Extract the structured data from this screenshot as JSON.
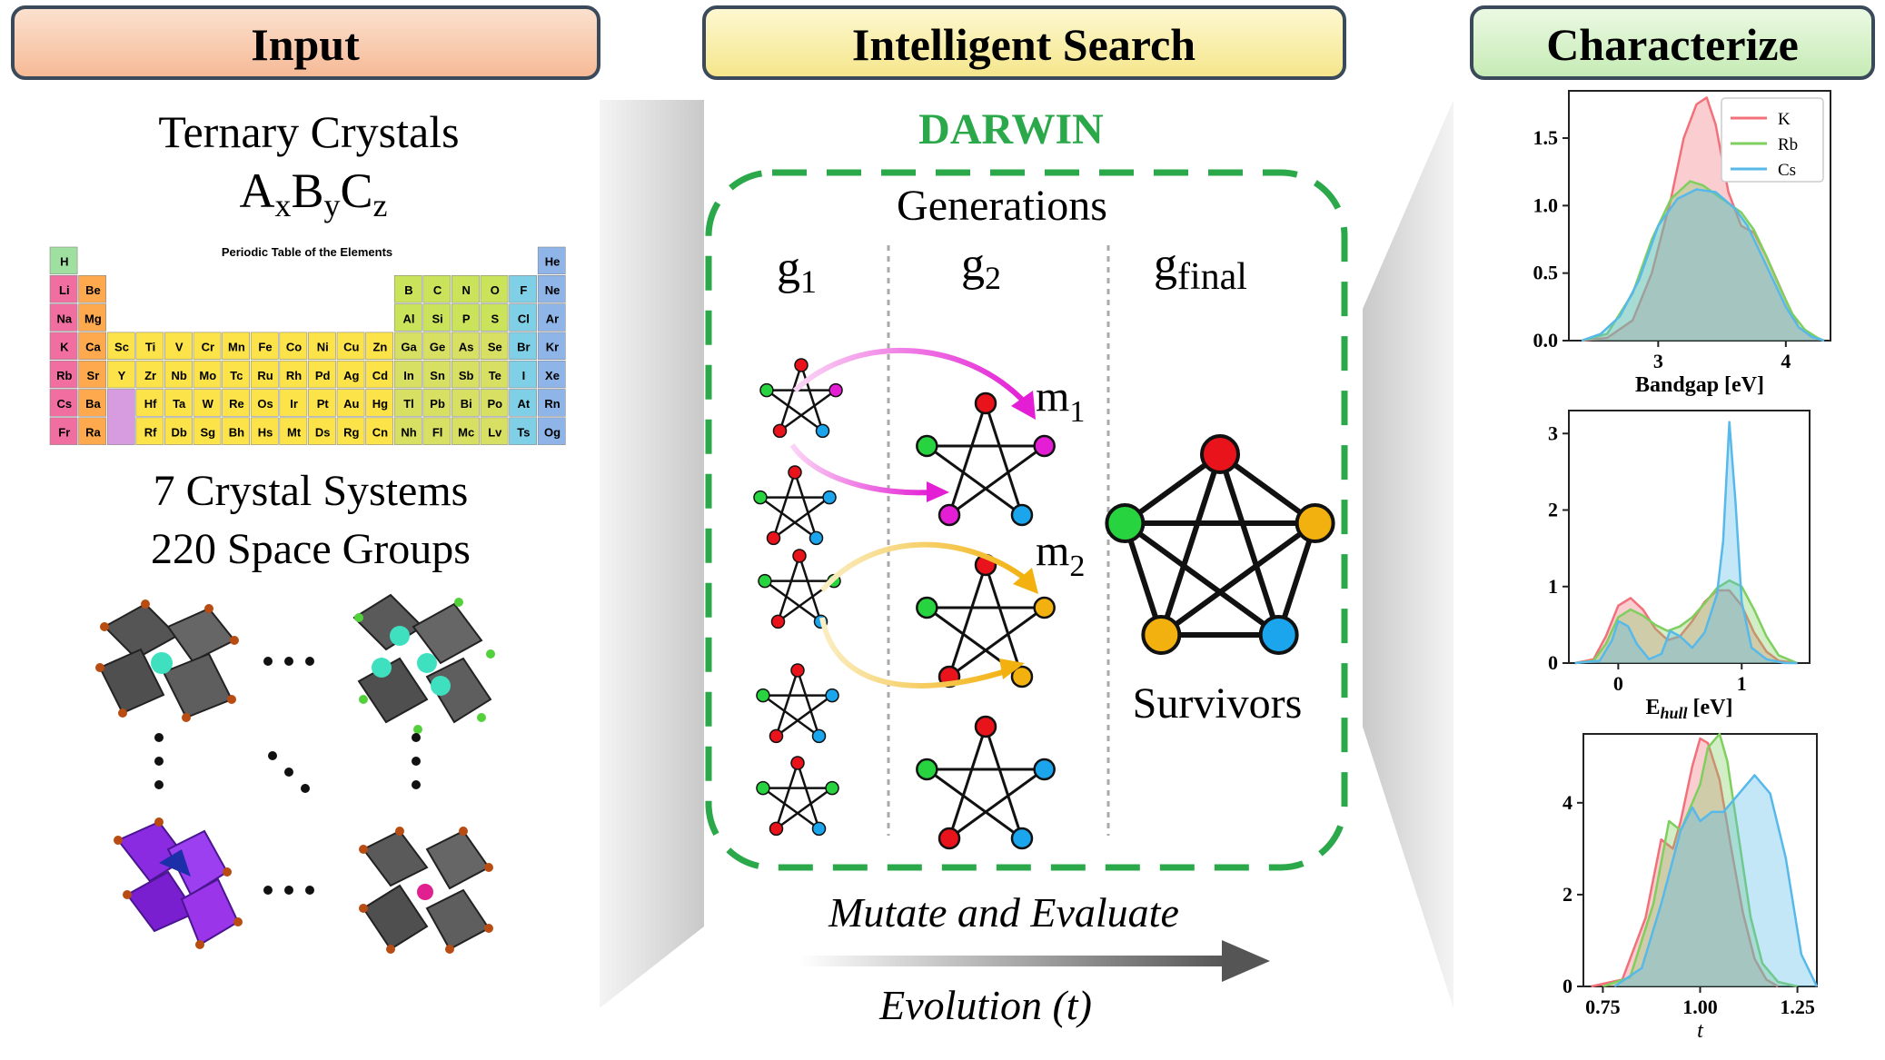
{
  "colors": {
    "input": "#f7c3a1",
    "search": "#f7ec9e",
    "characterize": "#cfeec1",
    "darwin_green": "#2aa84a",
    "red": "#e8131b",
    "green": "#27d33f",
    "blue": "#1aa5ec",
    "magenta": "#e31ed4",
    "orange": "#f2b10f",
    "K": "#f2707a",
    "Rb": "#7fcf5f",
    "Cs": "#56b9ea"
  },
  "headers": {
    "input": "Input",
    "search": "Intelligent Search",
    "characterize": "Characterize"
  },
  "input_panel": {
    "title": "Ternary Crystals",
    "formula_parts": [
      "A",
      "x",
      "B",
      "y",
      "C",
      "z"
    ],
    "crystal_systems": "7 Crystal Systems",
    "space_groups": "220 Space Groups",
    "periodic_table": {
      "title": "Periodic Table of the Elements",
      "rows": [
        [
          "H",
          "",
          "",
          "",
          "",
          "",
          "",
          "",
          "",
          "",
          "",
          "",
          "",
          "",
          "",
          "",
          "",
          "He"
        ],
        [
          "Li",
          "Be",
          "",
          "",
          "",
          "",
          "",
          "",
          "",
          "",
          "",
          "",
          "B",
          "C",
          "N",
          "O",
          "F",
          "Ne"
        ],
        [
          "Na",
          "Mg",
          "",
          "",
          "",
          "",
          "",
          "",
          "",
          "",
          "",
          "",
          "Al",
          "Si",
          "P",
          "S",
          "Cl",
          "Ar"
        ],
        [
          "K",
          "Ca",
          "Sc",
          "Ti",
          "V",
          "Cr",
          "Mn",
          "Fe",
          "Co",
          "Ni",
          "Cu",
          "Zn",
          "Ga",
          "Ge",
          "As",
          "Se",
          "Br",
          "Kr"
        ],
        [
          "Rb",
          "Sr",
          "Y",
          "Zr",
          "Nb",
          "Mo",
          "Tc",
          "Ru",
          "Rh",
          "Pd",
          "Ag",
          "Cd",
          "In",
          "Sn",
          "Sb",
          "Te",
          "I",
          "Xe"
        ],
        [
          "Cs",
          "Ba",
          "",
          "Hf",
          "Ta",
          "W",
          "Re",
          "Os",
          "Ir",
          "Pt",
          "Au",
          "Hg",
          "Tl",
          "Pb",
          "Bi",
          "Po",
          "At",
          "Rn"
        ],
        [
          "Fr",
          "Ra",
          "",
          "Rf",
          "Db",
          "Sg",
          "Bh",
          "Hs",
          "Mt",
          "Ds",
          "Rg",
          "Cn",
          "Nh",
          "Fl",
          "Mc",
          "Lv",
          "Ts",
          "Og"
        ]
      ]
    }
  },
  "search_panel": {
    "darwin": "DARWIN",
    "generations": "Generations",
    "g_labels": [
      {
        "base": "g",
        "sub": "1"
      },
      {
        "base": "g",
        "sub": "2"
      },
      {
        "base": "g",
        "sub": "final"
      }
    ],
    "mutations": [
      {
        "base": "m",
        "sub": "1"
      },
      {
        "base": "m",
        "sub": "2"
      }
    ],
    "survivors": "Survivors",
    "mutate": "Mutate and Evaluate",
    "evolution": "Evolution (t)"
  },
  "chart_data": [
    {
      "type": "area",
      "xlabel": "Bandgap [eV]",
      "xlim": [
        2.3,
        4.35
      ],
      "ylim": [
        0,
        1.85
      ],
      "xticks": [
        3,
        4
      ],
      "yticks": [
        0.0,
        0.5,
        1.0,
        1.5
      ],
      "ytick_labels": [
        "0.0",
        "0.5",
        "1.0",
        "1.5"
      ],
      "legend_position": "top-right",
      "series": [
        {
          "name": "K",
          "x": [
            2.4,
            2.6,
            2.8,
            2.95,
            3.1,
            3.2,
            3.3,
            3.38,
            3.45,
            3.55,
            3.65,
            3.75,
            3.85,
            4.0,
            4.1,
            4.2,
            4.3
          ],
          "values": [
            0,
            0.02,
            0.15,
            0.5,
            1.05,
            1.5,
            1.75,
            1.8,
            1.6,
            1.1,
            0.85,
            0.8,
            0.62,
            0.3,
            0.1,
            0.03,
            0
          ]
        },
        {
          "name": "Rb",
          "x": [
            2.4,
            2.6,
            2.8,
            2.95,
            3.1,
            3.25,
            3.35,
            3.5,
            3.65,
            3.75,
            3.85,
            3.95,
            4.05,
            4.15,
            4.25,
            4.3
          ],
          "values": [
            0,
            0.05,
            0.35,
            0.75,
            1.05,
            1.18,
            1.15,
            1.05,
            0.95,
            0.82,
            0.62,
            0.4,
            0.2,
            0.08,
            0.02,
            0
          ]
        },
        {
          "name": "Cs",
          "x": [
            2.4,
            2.55,
            2.7,
            2.85,
            3.0,
            3.15,
            3.3,
            3.45,
            3.6,
            3.7,
            3.8,
            3.9,
            4.0,
            4.1,
            4.2,
            4.3
          ],
          "values": [
            0,
            0.05,
            0.18,
            0.45,
            0.85,
            1.05,
            1.12,
            1.1,
            0.98,
            0.85,
            0.65,
            0.45,
            0.25,
            0.1,
            0.03,
            0
          ]
        }
      ]
    },
    {
      "type": "area",
      "xlabel_parts": [
        "E",
        "hull",
        " [eV]"
      ],
      "xlim": [
        -0.4,
        1.55
      ],
      "ylim": [
        0,
        3.3
      ],
      "xticks": [
        0,
        1
      ],
      "yticks": [
        0,
        1,
        2,
        3
      ],
      "ytick_labels": [
        "0",
        "1",
        "2",
        "3"
      ],
      "series": [
        {
          "name": "K",
          "x": [
            -0.35,
            -0.2,
            -0.1,
            0.0,
            0.1,
            0.2,
            0.3,
            0.4,
            0.5,
            0.6,
            0.7,
            0.8,
            0.9,
            1.0,
            1.1,
            1.2,
            1.3,
            1.45
          ],
          "values": [
            0,
            0.05,
            0.35,
            0.75,
            0.85,
            0.7,
            0.45,
            0.3,
            0.35,
            0.55,
            0.8,
            0.95,
            0.95,
            0.75,
            0.4,
            0.15,
            0.03,
            0
          ]
        },
        {
          "name": "Rb",
          "x": [
            -0.35,
            -0.2,
            -0.1,
            0.0,
            0.1,
            0.2,
            0.3,
            0.4,
            0.5,
            0.6,
            0.7,
            0.8,
            0.9,
            1.0,
            1.1,
            1.2,
            1.3,
            1.45
          ],
          "values": [
            0,
            0.03,
            0.25,
            0.6,
            0.7,
            0.62,
            0.5,
            0.42,
            0.48,
            0.6,
            0.78,
            0.98,
            1.08,
            1.0,
            0.7,
            0.35,
            0.1,
            0
          ]
        },
        {
          "name": "Cs",
          "x": [
            -0.35,
            -0.15,
            -0.05,
            0.0,
            0.08,
            0.15,
            0.25,
            0.35,
            0.42,
            0.5,
            0.6,
            0.7,
            0.8,
            0.85,
            0.9,
            0.95,
            1.0,
            1.08,
            1.2,
            1.35,
            1.45
          ],
          "values": [
            0,
            0.03,
            0.3,
            0.55,
            0.48,
            0.25,
            0.05,
            0.12,
            0.42,
            0.35,
            0.2,
            0.4,
            0.9,
            1.6,
            3.15,
            2.1,
            0.8,
            0.2,
            0.05,
            0,
            0
          ]
        }
      ]
    },
    {
      "type": "area",
      "xlabel": "t",
      "xlim": [
        0.7,
        1.3
      ],
      "ylim": [
        0,
        5.5
      ],
      "xticks": [
        0.75,
        1.0,
        1.25
      ],
      "xtick_labels": [
        "0.75",
        "1.00",
        "1.25"
      ],
      "yticks": [
        0,
        2,
        4
      ],
      "ytick_labels": [
        "0",
        "2",
        "4"
      ],
      "series": [
        {
          "name": "K",
          "x": [
            0.72,
            0.8,
            0.86,
            0.9,
            0.93,
            0.95,
            0.98,
            1.0,
            1.02,
            1.05,
            1.08,
            1.11,
            1.14,
            1.17,
            1.2
          ],
          "values": [
            0,
            0.15,
            1.5,
            3.2,
            3.0,
            3.6,
            4.8,
            5.4,
            5.3,
            4.5,
            3.0,
            1.6,
            0.6,
            0.15,
            0
          ]
        },
        {
          "name": "Rb",
          "x": [
            0.75,
            0.82,
            0.88,
            0.92,
            0.95,
            0.98,
            1.0,
            1.02,
            1.05,
            1.07,
            1.1,
            1.13,
            1.16,
            1.2,
            1.25
          ],
          "values": [
            0,
            0.2,
            1.8,
            3.6,
            3.4,
            4.0,
            4.4,
            5.2,
            5.5,
            4.9,
            3.2,
            1.5,
            0.5,
            0.1,
            0
          ]
        },
        {
          "name": "Cs",
          "x": [
            0.78,
            0.85,
            0.9,
            0.95,
            0.98,
            1.0,
            1.03,
            1.06,
            1.1,
            1.14,
            1.18,
            1.22,
            1.26,
            1.3
          ],
          "values": [
            0,
            0.4,
            1.8,
            3.4,
            3.9,
            3.6,
            3.8,
            3.8,
            4.2,
            4.6,
            4.2,
            2.8,
            0.7,
            0
          ]
        }
      ]
    }
  ]
}
